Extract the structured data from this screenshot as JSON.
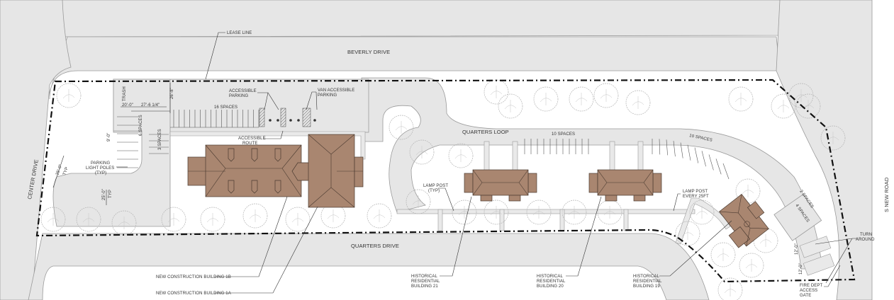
{
  "roads": {
    "beverly": "BEVERLY DRIVE",
    "center": "CENTER DRIVE",
    "quarters_drive": "QUARTERS DRIVE",
    "quarters_loop": "QUARTERS LOOP",
    "s_new_road": "S NEW ROAD"
  },
  "labels": {
    "lease_line": "LEASE LINE",
    "trash": "TRASH",
    "accessible_parking_1": "ACCESSIBLE",
    "accessible_parking_2": "PARKING",
    "van_accessible_1": "VAN ACCESSIBLE",
    "van_accessible_2": "PARKING",
    "accessible_route_1": "ACCESSIBLE",
    "accessible_route_2": "ROUTE",
    "light_poles_1": "PARKING",
    "light_poles_2": "LIGHT POLES",
    "light_poles_3": "(TYP)",
    "lamp_post_typ_1": "LAMP POST",
    "lamp_post_typ_2": "(TYP)",
    "lamp_post_25_1": "LAMP POST",
    "lamp_post_25_2": "EVERY 25FT",
    "turn_around_1": "TURN",
    "turn_around_2": "AROUND",
    "fire_gate_1": "FIRE DEPT",
    "fire_gate_2": "ACCESS",
    "fire_gate_3": "GATE"
  },
  "parking": {
    "spaces_16": "16 SPACES",
    "spaces_6": "6 SPACES",
    "spaces_3": "3 SPACES",
    "spaces_10a": "10 SPACES",
    "spaces_10b": "10 SPACES",
    "spaces_2": "2 SPACES",
    "spaces_4": "4 SPACES"
  },
  "dimensions": {
    "d20": "20'-0\"",
    "d27": "27'-6 1/4\"",
    "d26": "26'-8\"",
    "d9": "9'-0\"",
    "d25a": "25'-0\"",
    "d25a_typ": "TYP",
    "d25b": "25'-0\"",
    "d25b_typ": "TYP",
    "d12a": "12'-0\"",
    "d12b": "12'-0\""
  },
  "buildings": {
    "b1b": "NEW CONSTRUCTION BUILDING 1B",
    "b1a": "NEW CONSTRUCTION BUILDING 1A",
    "b21": [
      "HISTORICAL",
      "RESIDENTIAL",
      "BUILDING 21"
    ],
    "b20": [
      "HISTORICAL",
      "RESIDENTIAL",
      "BUILDING 20"
    ],
    "b19": [
      "HISTORICAL",
      "RESIDENTIAL",
      "BUILDING 19"
    ]
  },
  "colors": {
    "roof": "#a98670",
    "paving": "#e6e6e6",
    "lease_line": "#111111"
  }
}
